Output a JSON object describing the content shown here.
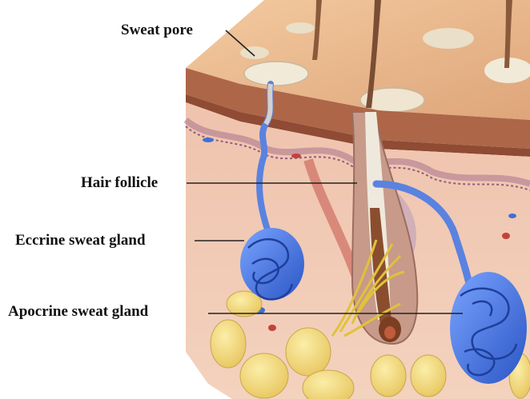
{
  "labels": {
    "sweat_pore": "Sweat pore",
    "hair_follicle": "Hair follicle",
    "eccrine_gland": "Eccrine sweat gland",
    "apocrine_gland": "Apocrine sweat gland"
  },
  "colors": {
    "skin_surface": "#e9b98d",
    "epidermis": "#b06a4e",
    "dermis": "#f0c9b2",
    "dermis_dark": "#d59a86",
    "fat": "#f3dc7e",
    "gland_blue": "#3f6fd6",
    "hair": "#8a5a3c",
    "nerve": "#e0c23a",
    "leader_line": "#222222"
  },
  "icons": [
    "skin-cross-section-illustration"
  ]
}
